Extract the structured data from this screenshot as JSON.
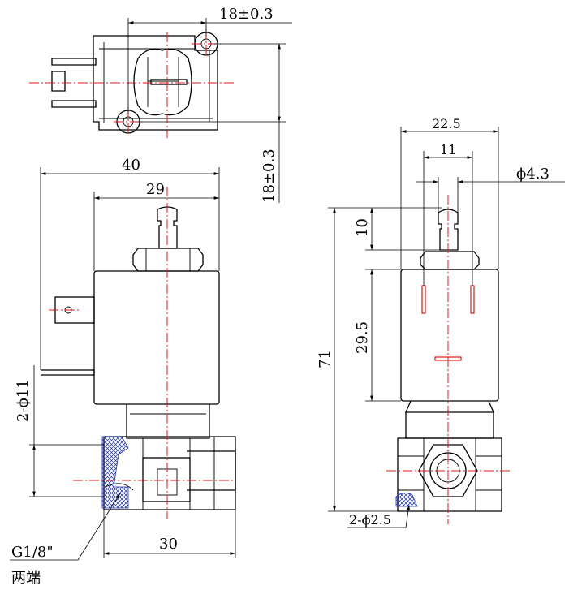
{
  "dimensions": {
    "top_width": "18±0.3",
    "top_height": "18±0.3",
    "front_overall_width": "40",
    "front_coil_width": "29",
    "front_port_hole": "2-ϕ11",
    "front_base_width": "30",
    "thread_callout": "G1/8\"",
    "thread_note": "两端",
    "side_coil_width": "22.5",
    "side_terminal_spacing": "11",
    "side_nozzle_dia": "ϕ4.3",
    "side_nozzle_height": "10",
    "side_coil_height": "29.5",
    "side_overall_height": "71",
    "side_port_hole": "2-ϕ2.5"
  },
  "colors": {
    "outline": "#000000",
    "centerline": "#e01818",
    "hatch": "#1a2fb0"
  }
}
